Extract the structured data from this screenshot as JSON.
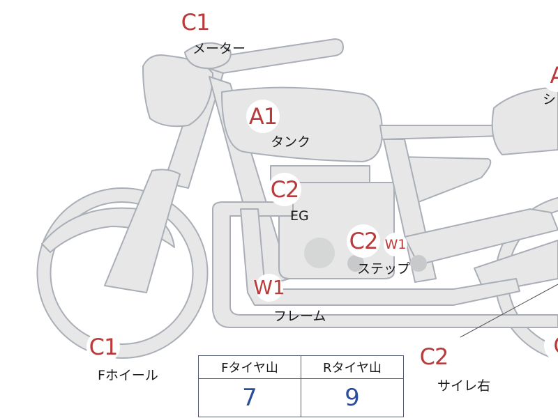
{
  "colors": {
    "part_fill": "#e6e7e6",
    "part_stroke": "#a9aeb7",
    "grade_text": "#b83a3a",
    "tread_value": "#2a4d9c"
  },
  "parts": {
    "meter": {
      "grade": "C1",
      "label": "メーター"
    },
    "tank": {
      "grade": "A1",
      "label": "タンク"
    },
    "seat": {
      "grade": "A",
      "label": "シ"
    },
    "engine": {
      "grade": "C2",
      "label": "EG"
    },
    "step": {
      "grade": "C2",
      "grade2": "W1",
      "label": "ステップ"
    },
    "frame": {
      "grade": "W1",
      "label": "フレーム"
    },
    "front_wheel": {
      "grade": "C1",
      "label": "Fホイール"
    },
    "silencer_right": {
      "grade": "C2",
      "label": "サイレ右"
    },
    "rear_wheel": {
      "grade": "C"
    }
  },
  "tread_table": {
    "headers": [
      "Fタイヤ山",
      "Rタイヤ山"
    ],
    "values": [
      "7",
      "9"
    ]
  }
}
